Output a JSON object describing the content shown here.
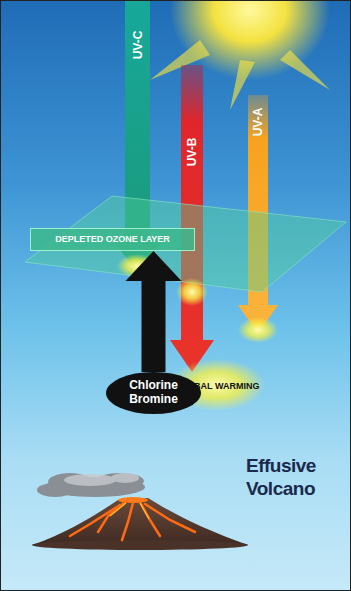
{
  "diagram": {
    "nodes": [
      {
        "text": [
          "DEPLETED OZONE LAYER"
        ]
      },
      {
        "text": [
          "GLOBAL WARMING"
        ]
      },
      {
        "text": [
          "Chlorine Bromine"
        ]
      }
    ],
    "edges": [
      {
        "from": 2,
        "to": 0,
        "arrow": "to"
      }
    ],
    "labels": [
      "UV-C",
      "UV-B",
      "UV-A",
      "Effusive Volcano"
    ]
  }
}
